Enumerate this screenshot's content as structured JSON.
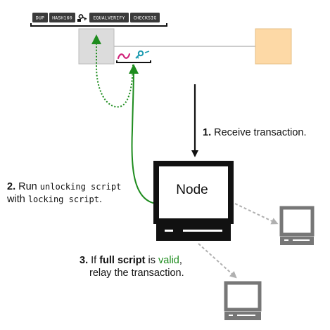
{
  "script_ops": [
    "DUP",
    "HASH160",
    "EQUALVERIFY",
    "CHECKSIG"
  ],
  "node": {
    "label": "Node"
  },
  "step1": {
    "num": "1.",
    "text": "Receive transaction."
  },
  "step2": {
    "num": "2.",
    "run": "Run",
    "unlocking": "unlocking script",
    "with": "with",
    "locking": "locking script",
    "period": "."
  },
  "step3": {
    "num": "3.",
    "if": "If",
    "full_script": "full script",
    "is": "is",
    "valid": "valid",
    "comma": ",",
    "line2": "relay the transaction."
  },
  "colors": {
    "op_box": "#3a3a3a",
    "green_arrow": "#1e8c1e",
    "signature": "#d0237a",
    "key": "#1a9ab0",
    "tx_box_gray": "#dcdcdc",
    "tx_box_orange": "#fdd9a6",
    "computer_gray": "#777777"
  }
}
